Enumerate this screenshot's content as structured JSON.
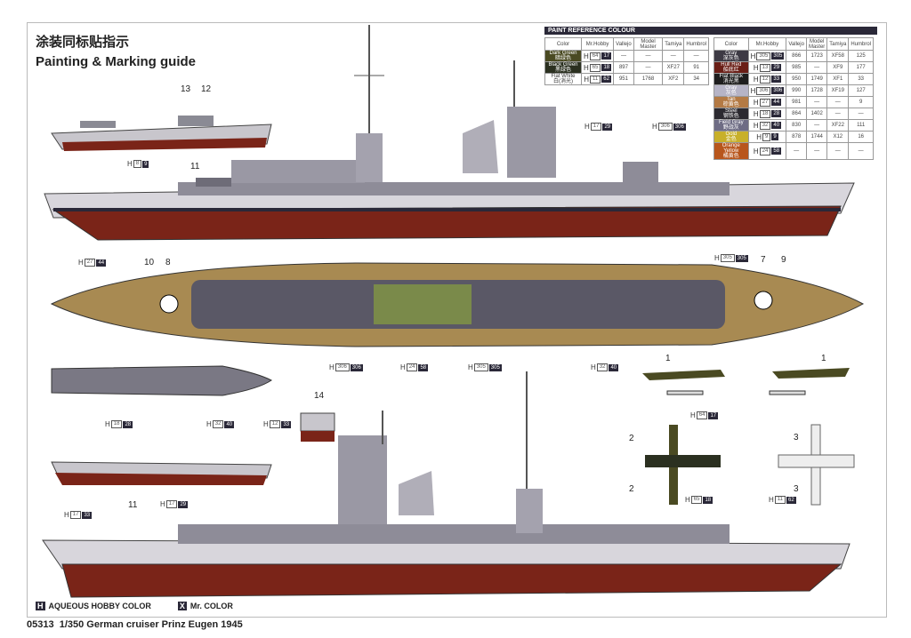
{
  "header": {
    "title_cn": "涂装同标贴指示",
    "title": "Painting & Marking guide"
  },
  "paint_reference": {
    "title": "PAINT REFERENCE COLOUR",
    "columns": [
      "Color",
      "Mr.Hobby",
      "Vallejo",
      "Model Master",
      "Tamiya",
      "Humbrol"
    ],
    "table_left": [
      {
        "name": "Dark Green",
        "cn": "暗绿色",
        "color": "#4a4a22",
        "aq": "64",
        "mr": "17",
        "vallejo": "—",
        "mm": "—",
        "tamiya": "—",
        "humbrol": "—"
      },
      {
        "name": "Black Green",
        "cn": "黑绿色",
        "color": "#2b3020",
        "aq": "65",
        "mr": "18",
        "vallejo": "897",
        "mm": "—",
        "tamiya": "XF27",
        "humbrol": "91"
      },
      {
        "name": "Flat White",
        "cn": "白(消光)",
        "color": "#ffffff",
        "aq": "11",
        "mr": "62",
        "vallejo": "951",
        "mm": "1768",
        "tamiya": "XF2",
        "humbrol": "34"
      }
    ],
    "table_right": [
      {
        "name": "Gray",
        "cn": "深灰色",
        "color": "#3d3a44",
        "aq": "305",
        "mr": "305",
        "vallejo": "866",
        "mm": "1723",
        "tamiya": "XF58",
        "humbrol": "125"
      },
      {
        "name": "Hull Red",
        "cn": "船底红",
        "color": "#6a1e16",
        "aq": "13",
        "mr": "29",
        "vallejo": "985",
        "mm": "—",
        "tamiya": "XF9",
        "humbrol": "177"
      },
      {
        "name": "Flat Black",
        "cn": "消光黑",
        "color": "#1e1e1e",
        "aq": "12",
        "mr": "33",
        "vallejo": "950",
        "mm": "1749",
        "tamiya": "XF1",
        "humbrol": "33"
      },
      {
        "name": "Gray",
        "cn": "灰色",
        "color": "#b6b4c6",
        "aq": "306",
        "mr": "306",
        "vallejo": "990",
        "mm": "1728",
        "tamiya": "XF19",
        "humbrol": "127"
      },
      {
        "name": "Tan",
        "cn": "棕黄色",
        "color": "#b47a44",
        "aq": "27",
        "mr": "44",
        "vallejo": "981",
        "mm": "—",
        "tamiya": "—",
        "humbrol": "9"
      },
      {
        "name": "Steel",
        "cn": "钢铁色",
        "color": "#2c2a30",
        "aq": "18",
        "mr": "28",
        "vallejo": "864",
        "mm": "1402",
        "tamiya": "—",
        "humbrol": "—"
      },
      {
        "name": "Field Gray",
        "cn": "野战灰",
        "color": "#6e6c84",
        "aq": "32",
        "mr": "40",
        "vallejo": "830",
        "mm": "—",
        "tamiya": "XF22",
        "humbrol": "111"
      },
      {
        "name": "Gold",
        "cn": "金色",
        "color": "#c8b02a",
        "aq": "9",
        "mr": "9",
        "vallejo": "878",
        "mm": "1744",
        "tamiya": "X12",
        "humbrol": "16"
      },
      {
        "name": "Orange Yellow",
        "cn": "橘黄色",
        "color": "#b8561c",
        "aq": "24",
        "mr": "58",
        "vallejo": "—",
        "mm": "—",
        "tamiya": "—",
        "humbrol": "—"
      }
    ]
  },
  "callouts": [
    {
      "a": "8",
      "b": "9"
    },
    {
      "a": "17",
      "b": "29"
    },
    {
      "a": "306",
      "b": "306"
    },
    {
      "a": "305",
      "b": "305"
    },
    {
      "a": "27",
      "b": "44"
    },
    {
      "a": "306",
      "b": "306"
    },
    {
      "a": "24",
      "b": "58"
    },
    {
      "a": "305",
      "b": "305"
    },
    {
      "a": "32",
      "b": "40"
    },
    {
      "a": "18",
      "b": "28"
    },
    {
      "a": "32",
      "b": "40"
    },
    {
      "a": "12",
      "b": "33"
    },
    {
      "a": "64",
      "b": "17"
    },
    {
      "a": "17",
      "b": "33"
    },
    {
      "a": "17",
      "b": "29"
    },
    {
      "a": "65",
      "b": "18"
    },
    {
      "a": "11",
      "b": "62"
    }
  ],
  "callout_prefix": "H",
  "markers": [
    "13",
    "12",
    "11",
    "10",
    "8",
    "7",
    "9",
    "1",
    "1",
    "14",
    "2",
    "2",
    "3",
    "3",
    "11"
  ],
  "legend": {
    "aqueous_key": "H",
    "aqueous": "AQUEOUS HOBBY COLOR",
    "mr_key": "X",
    "mr": "Mr. COLOR"
  },
  "footer": {
    "code": "05313",
    "text": "1/350 German cruiser Prinz Eugen 1945"
  },
  "colors": {
    "hull_gray": "#c8c6cc",
    "hull_red": "#7a2418",
    "deck_tan": "#a88a52",
    "dark": "#2a2838"
  }
}
